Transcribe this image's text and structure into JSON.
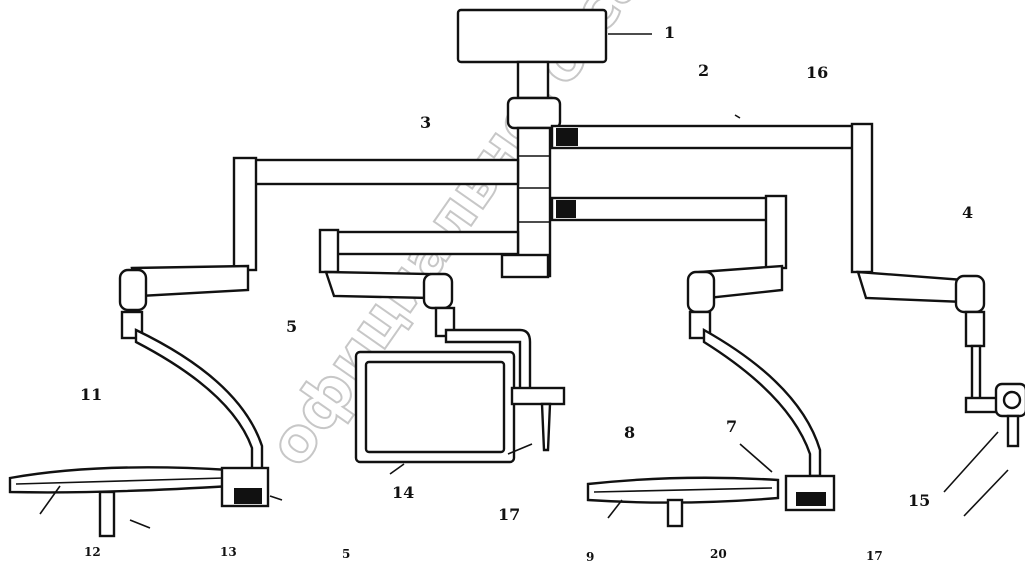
{
  "labels": {
    "l1": "1",
    "l2": "2",
    "l3": "3",
    "l4": "4",
    "l5": "5",
    "l5b": "5",
    "l7": "7",
    "l8": "8",
    "l9": "9",
    "l11": "11",
    "l12": "12",
    "l13": "13",
    "l14": "14",
    "l15": "15",
    "l16": "16",
    "l17a": "17",
    "l17b": "17",
    "l20": "20"
  },
  "watermark": "официального сайта Росздравнадзору в сфере здр"
}
